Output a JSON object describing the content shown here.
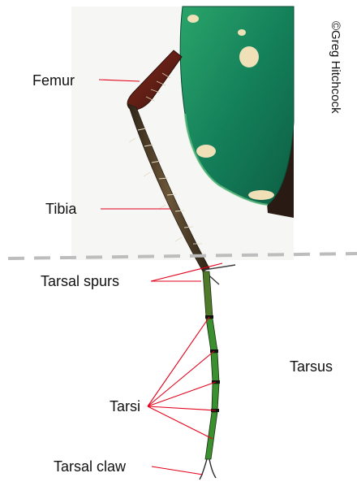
{
  "credit": "©Greg Hitchcock",
  "labels": {
    "femur": "Femur",
    "tibia": "Tibia",
    "tarsal_spurs": "Tarsal spurs",
    "tarsus": "Tarsus",
    "tarsi": "Tarsi",
    "tarsal_claw": "Tarsal claw"
  },
  "colors": {
    "leader": "#e3001b",
    "divider": "#bdbdbd",
    "elytra": "#1f8a5a",
    "elytra_spot": "#efe0b8",
    "leg": "#4a3a24",
    "tarsus_segment": "#3a8f2e"
  }
}
